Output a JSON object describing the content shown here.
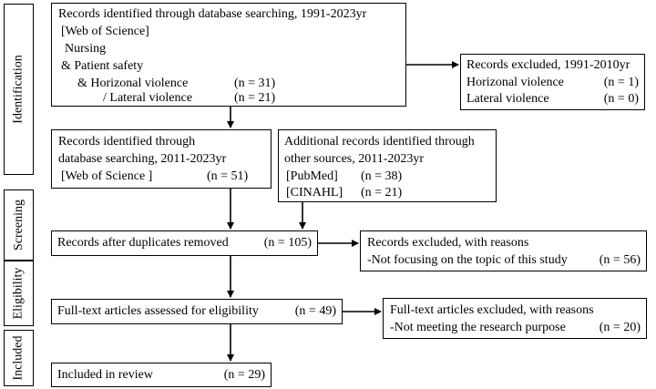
{
  "stages": {
    "identification": "Identification",
    "screening": "Screening",
    "eligibility": "Eligibility",
    "included": "Included"
  },
  "db_search": {
    "title": "Records identified through database searching, 1991-2023yr",
    "source": "[Web of Science]",
    "term1": "Nursing",
    "term2": "& Patient safety",
    "term3": "& Horizonal violence",
    "term3_n": "(n = 31)",
    "term4": "/ Lateral violence",
    "term4_n": "(n = 21)"
  },
  "excluded_early": {
    "title": "Records excluded, 1991-2010yr",
    "row1_label": "Horizonal violence",
    "row1_n": "(n = 1)",
    "row2_label": "Lateral violence",
    "row2_n": "(n = 0)"
  },
  "db_recent": {
    "line1": "Records identified through",
    "line2": "database searching, 2011-2023yr",
    "source": "[Web of Science ]",
    "n": "(n = 51)"
  },
  "other_sources": {
    "line1": "Additional records identified through",
    "line2": "other sources, 2011-2023yr",
    "src1": "[PubMed]",
    "src1_n": "(n = 38)",
    "src2": "[CINAHL]",
    "src2_n": "(n = 21)"
  },
  "dedup": {
    "label": "Records after duplicates removed",
    "n": "(n = 105)"
  },
  "excluded_reasons": {
    "title": "Records excluded, with reasons",
    "reason": "-Not focusing on the topic of this study",
    "n": "(n = 56)"
  },
  "fulltext": {
    "label": "Full-text articles assessed for eligibility",
    "n": "(n = 49)"
  },
  "fulltext_excluded": {
    "title": "Full-text articles excluded, with reasons",
    "reason": "-Not meeting the research purpose",
    "n": "(n = 20)"
  },
  "included": {
    "label": "Included in review",
    "n": "(n = 29)"
  }
}
